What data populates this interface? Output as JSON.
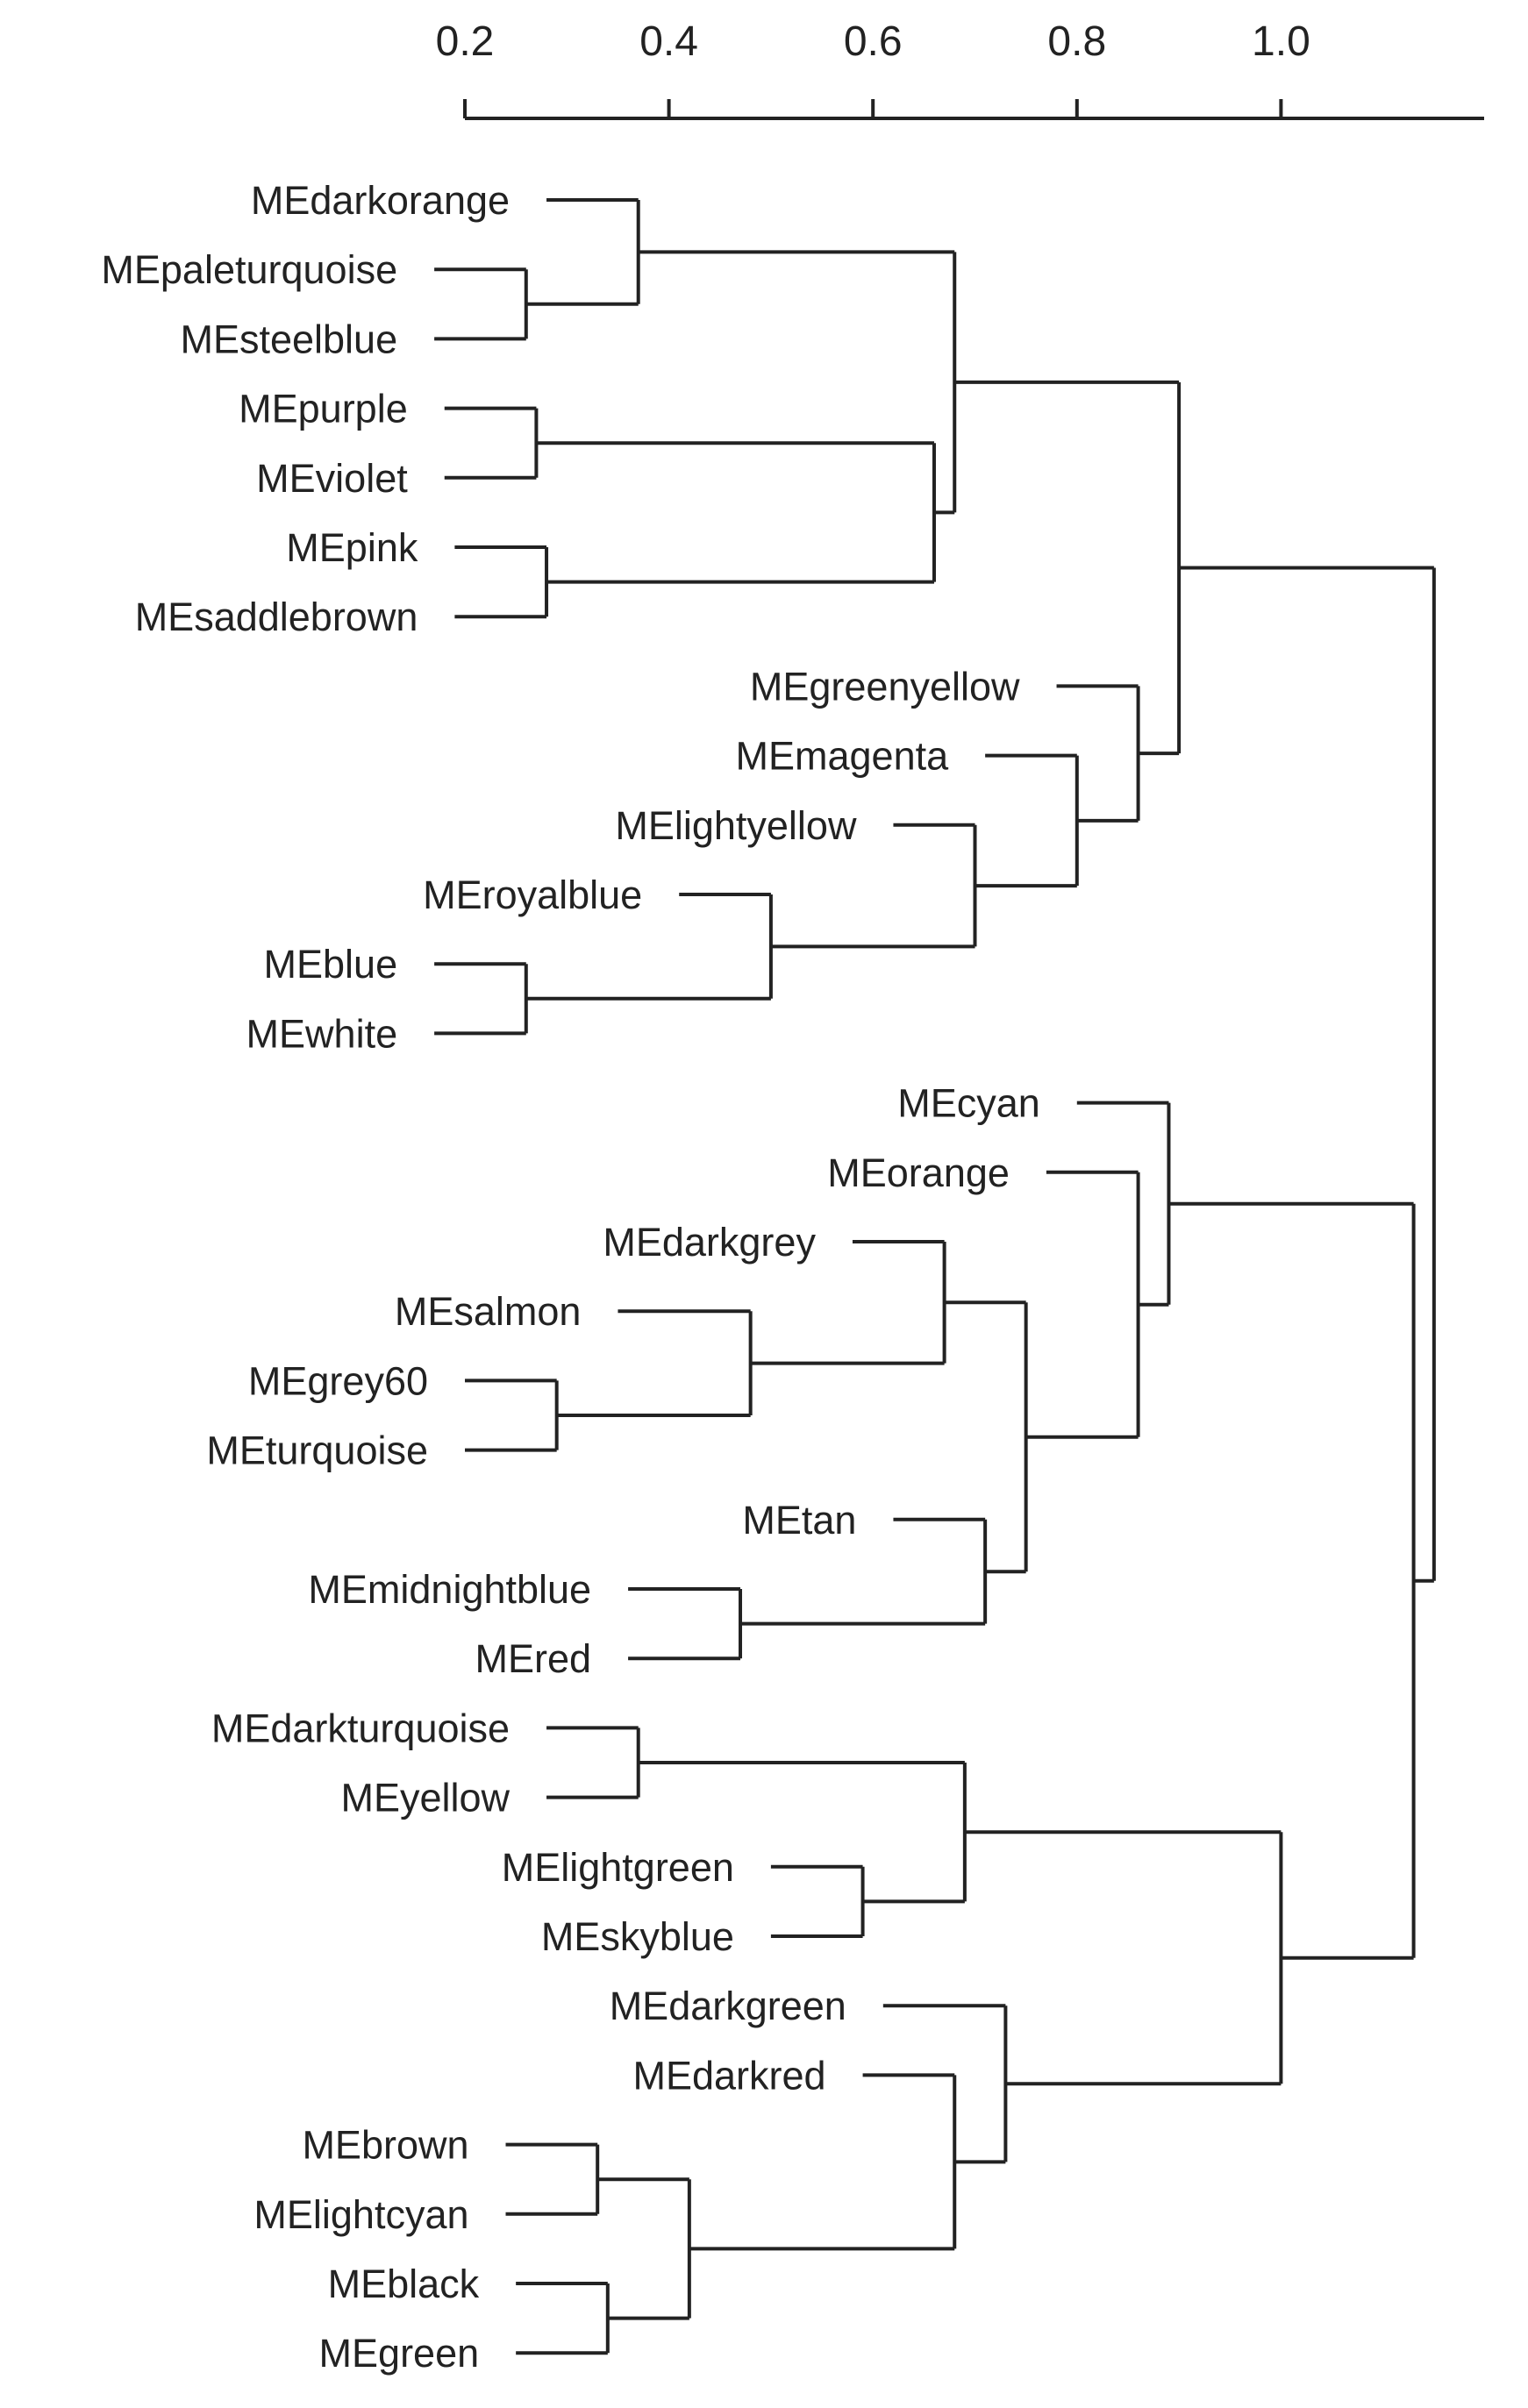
{
  "chart_data": {
    "type": "dendrogram",
    "orientation": "horizontal",
    "axis": {
      "ticks": [
        0.2,
        0.4,
        0.6,
        0.8,
        1.0
      ],
      "tick_labels": [
        "0.2",
        "0.4",
        "0.6",
        "0.8",
        "1.0"
      ]
    },
    "leaves": [
      {
        "label": "MEdarkorange",
        "stem": 0.28
      },
      {
        "label": "MEpaleturquoise",
        "stem": 0.17
      },
      {
        "label": "MEsteelblue",
        "stem": 0.17
      },
      {
        "label": "MEpurple",
        "stem": 0.18
      },
      {
        "label": "MEviolet",
        "stem": 0.18
      },
      {
        "label": "MEpink",
        "stem": 0.19
      },
      {
        "label": "MEsaddlebrown",
        "stem": 0.19
      },
      {
        "label": "MEgreenyellow",
        "stem": 0.78
      },
      {
        "label": "MEmagenta",
        "stem": 0.71
      },
      {
        "label": "MElightyellow",
        "stem": 0.62
      },
      {
        "label": "MEroyalblue",
        "stem": 0.41
      },
      {
        "label": "MEblue",
        "stem": 0.17
      },
      {
        "label": "MEwhite",
        "stem": 0.17
      },
      {
        "label": "MEcyan",
        "stem": 0.8
      },
      {
        "label": "MEorange",
        "stem": 0.77
      },
      {
        "label": "MEdarkgrey",
        "stem": 0.58
      },
      {
        "label": "MEsalmon",
        "stem": 0.35
      },
      {
        "label": "MEgrey60",
        "stem": 0.2
      },
      {
        "label": "MEturquoise",
        "stem": 0.2
      },
      {
        "label": "MEtan",
        "stem": 0.62
      },
      {
        "label": "MEmidnightblue",
        "stem": 0.36
      },
      {
        "label": "MEred",
        "stem": 0.36
      },
      {
        "label": "MEdarkturquoise",
        "stem": 0.28
      },
      {
        "label": "MEyellow",
        "stem": 0.28
      },
      {
        "label": "MElightgreen",
        "stem": 0.5
      },
      {
        "label": "MEskyblue",
        "stem": 0.5
      },
      {
        "label": "MEdarkgreen",
        "stem": 0.61
      },
      {
        "label": "MEdarkred",
        "stem": 0.59
      },
      {
        "label": "MEbrown",
        "stem": 0.24
      },
      {
        "label": "MElightcyan",
        "stem": 0.24
      },
      {
        "label": "MEblack",
        "stem": 0.25
      },
      {
        "label": "MEgreen",
        "stem": 0.25
      }
    ],
    "merges": [
      {
        "left": "L2",
        "right": "L3",
        "height": 0.26
      },
      {
        "left": "L1",
        "right": "N1",
        "height": 0.37
      },
      {
        "left": "L4",
        "right": "L5",
        "height": 0.27
      },
      {
        "left": "L6",
        "right": "L7",
        "height": 0.28
      },
      {
        "left": "N3",
        "right": "N4",
        "height": 0.66
      },
      {
        "left": "N2",
        "right": "N5",
        "height": 0.68
      },
      {
        "left": "L12",
        "right": "L13",
        "height": 0.26
      },
      {
        "left": "L11",
        "right": "N7",
        "height": 0.5
      },
      {
        "left": "L10",
        "right": "N8",
        "height": 0.7
      },
      {
        "left": "L9",
        "right": "N9",
        "height": 0.8
      },
      {
        "left": "L8",
        "right": "N10",
        "height": 0.86
      },
      {
        "left": "N6",
        "right": "N11",
        "height": 0.9
      },
      {
        "left": "L18",
        "right": "L19",
        "height": 0.29
      },
      {
        "left": "L17",
        "right": "N13",
        "height": 0.48
      },
      {
        "left": "L16",
        "right": "N14",
        "height": 0.67
      },
      {
        "left": "L21",
        "right": "L22",
        "height": 0.47
      },
      {
        "left": "L20",
        "right": "N16",
        "height": 0.71
      },
      {
        "left": "N15",
        "right": "N17",
        "height": 0.75
      },
      {
        "left": "L15",
        "right": "N18",
        "height": 0.86
      },
      {
        "left": "L14",
        "right": "N19",
        "height": 0.89
      },
      {
        "left": "L23",
        "right": "L24",
        "height": 0.37
      },
      {
        "left": "L25",
        "right": "L26",
        "height": 0.59
      },
      {
        "left": "N21",
        "right": "N22",
        "height": 0.69
      },
      {
        "left": "L29",
        "right": "L30",
        "height": 0.33
      },
      {
        "left": "L31",
        "right": "L32",
        "height": 0.34
      },
      {
        "left": "N24",
        "right": "N25",
        "height": 0.42
      },
      {
        "left": "L28",
        "right": "N26",
        "height": 0.68
      },
      {
        "left": "L27",
        "right": "N27",
        "height": 0.73
      },
      {
        "left": "N23",
        "right": "N28",
        "height": 1.0
      },
      {
        "left": "N20",
        "right": "N29",
        "height": 1.13
      },
      {
        "left": "N12",
        "right": "N30",
        "height": 1.15
      }
    ]
  }
}
